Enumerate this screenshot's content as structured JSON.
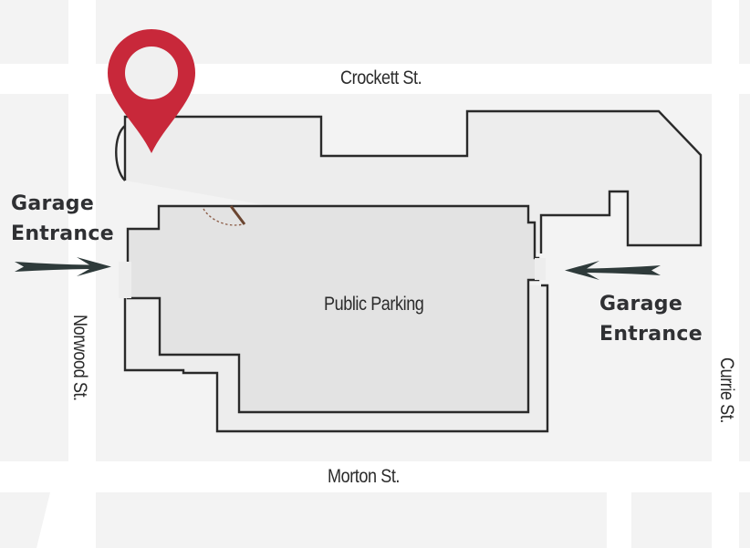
{
  "colors": {
    "background": "#ffffff",
    "block": "#f3f3f3",
    "building": "#ededed",
    "parking": "#e3e3e3",
    "outline": "#2a2a2a",
    "marker": "#c8283a",
    "arrow": "#2e3a3a",
    "label": "#2b2b2b"
  },
  "streets": {
    "north": "Crockett St.",
    "south": "Morton St.",
    "west": "Norwood St.",
    "east": "Currie St."
  },
  "parking": {
    "label": "Public Parking"
  },
  "entrances": {
    "west": {
      "line1": "Garage",
      "line2": "Entrance",
      "arrow_direction": "east"
    },
    "east": {
      "line1": "Garage",
      "line2": "Entrance",
      "arrow_direction": "west"
    }
  },
  "marker": {
    "icon": "map-pin-icon"
  }
}
